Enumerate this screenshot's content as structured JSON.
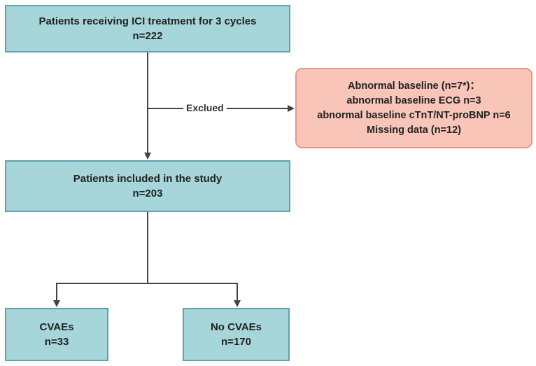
{
  "flowchart": {
    "enrolled": {
      "title": "Patients receiving ICI treatment for 3 cycles",
      "count": "n=222"
    },
    "exclude_label": "Exclued",
    "exclusion": {
      "title": "Abnormal baseline (n=7*)：",
      "lines": [
        "abnormal baseline ECG n=3",
        "abnormal baseline cTnT/NT-proBNP n=6",
        "Missing data (n=12)"
      ]
    },
    "included": {
      "title": "Patients included in the study",
      "count": "n=203"
    },
    "cvae": {
      "title": "CVAEs",
      "count": "n=33"
    },
    "no_cvae": {
      "title": "No CVAEs",
      "count": "n=170"
    }
  },
  "colors": {
    "teal_fill": "#a6d6d9",
    "teal_border": "#5fa3ae",
    "salmon_fill": "#f8c5b8",
    "salmon_border": "#e99684",
    "connector": "#444444"
  }
}
